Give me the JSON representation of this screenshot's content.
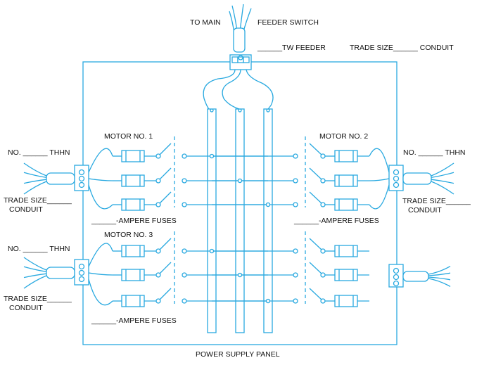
{
  "labels": {
    "to_main": "TO MAIN",
    "feeder_switch": "FEEDER SWITCH",
    "tw_feeder": "______TW FEEDER",
    "trade_size_conduit_top": "TRADE SIZE______ CONDUIT",
    "motor1": "MOTOR NO. 1",
    "motor2": "MOTOR NO. 2",
    "motor3": "MOTOR NO. 3",
    "thhn_left_1": "NO. ______ THHN",
    "thhn_left_2": "NO. ______ THHN",
    "thhn_right_1": "NO. ______ THHN",
    "trade_size_left_1": "TRADE SIZE______",
    "conduit_left_1": "CONDUIT",
    "trade_size_left_2": "TRADE SIZE______",
    "conduit_left_2": "CONDUIT",
    "trade_size_right_1": "TRADE SIZE______",
    "conduit_right_1": "CONDUIT",
    "fuses_left_1": "______-AMPERE FUSES",
    "fuses_right_1": "______-AMPERE FUSES",
    "fuses_left_2": "______-AMPERE FUSES",
    "panel_title": "POWER SUPPLY PANEL"
  },
  "colors": {
    "wire": "#29a9e0",
    "text": "#111111",
    "background": "#ffffff"
  }
}
